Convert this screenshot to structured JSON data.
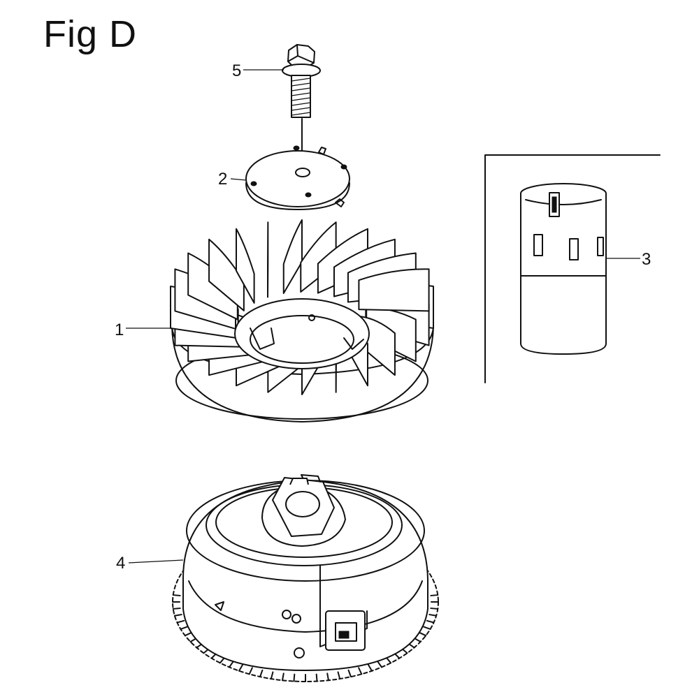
{
  "figure": {
    "title": "Fig D"
  },
  "callouts": [
    {
      "id": "1",
      "part": "fan-flywheel-cooling"
    },
    {
      "id": "2",
      "part": "pulley-plate"
    },
    {
      "id": "3",
      "part": "sleeve"
    },
    {
      "id": "4",
      "part": "flywheel"
    },
    {
      "id": "5",
      "part": "flange-bolt"
    }
  ]
}
